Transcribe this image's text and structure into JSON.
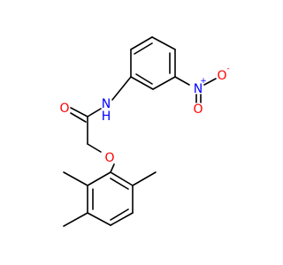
{
  "colors": {
    "bond": "#000000",
    "oxygen": "#ff0000",
    "nitrogen": "#0000ff",
    "background": "#ffffff"
  },
  "atoms": {
    "carbonyl_oxygen": "O",
    "amide_nitrogen": "N",
    "amide_hydrogen": "H",
    "ether_oxygen": "O",
    "nitro_nitrogen": "N",
    "nitro_nitrogen_charge": "+",
    "nitro_oxygen_double": "O",
    "nitro_oxygen_single": "O",
    "nitro_oxygen_charge": "-"
  }
}
